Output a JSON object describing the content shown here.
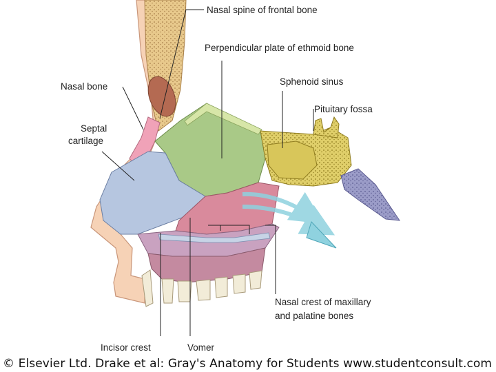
{
  "figure": {
    "labels": {
      "nasal_spine": "Nasal spine of frontal bone",
      "perpendicular_plate": "Perpendicular plate of ethmoid bone",
      "nasal_bone": "Nasal bone",
      "sphenoid_sinus": "Sphenoid sinus",
      "pituitary_fossa": "Pituitary fossa",
      "septal_cartilage_line1": "Septal",
      "septal_cartilage_line2": "cartilage",
      "nasal_crest_line1": "Nasal crest of maxillary",
      "nasal_crest_line2": "and palatine bones",
      "incisor_crest": "Incisor crest",
      "vomer": "Vomer"
    }
  },
  "footer": {
    "credit": "© Elsevier Ltd. Drake et al: Gray's Anatomy for Students www.studentconsult.com"
  },
  "colors": {
    "skin": "#f6d2b6",
    "bone": "#ecd7a8",
    "septal_cartilage": "#b6c6e0",
    "ethmoid": "#a9c987",
    "vomer": "#d98a9c",
    "sphenoid": "#d8c65a",
    "nasal_bone": "#f0a2b8",
    "palate": "#c9a2c0",
    "sella": "#9b9cc8",
    "airflow": "#8fd2df"
  }
}
